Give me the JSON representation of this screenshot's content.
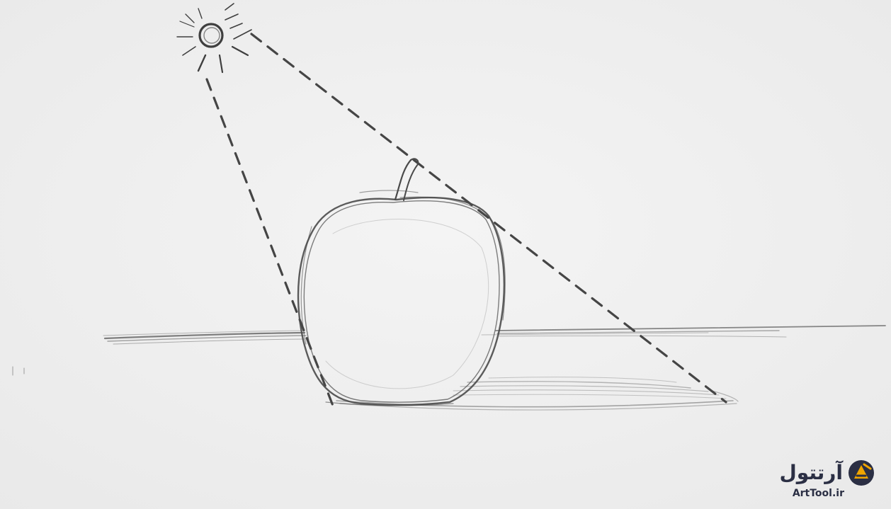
{
  "scene": {
    "subjects": [
      "sun-icon",
      "apple",
      "apple-stem",
      "horizon-line",
      "cast-shadow",
      "light-ray-left",
      "light-ray-right"
    ],
    "colors": {
      "paper": "#f1f1f1",
      "pencil_dark": "#4a4a4a",
      "pencil_light": "#8a8a8a",
      "logo_ink": "#2b2f44",
      "logo_accent": "#f0a500"
    }
  },
  "watermark": {
    "name": "آرتتول",
    "url": "ArtTool.ir"
  }
}
